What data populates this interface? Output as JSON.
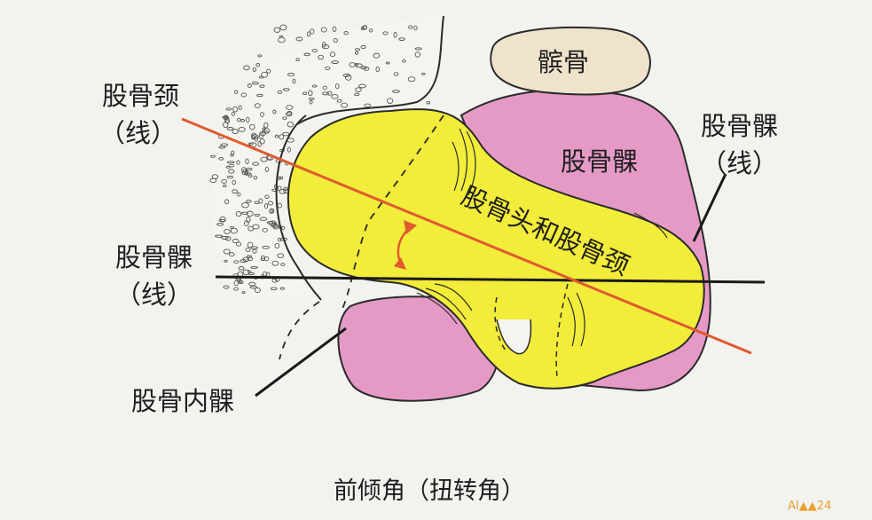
{
  "colors": {
    "background": "#f2f2ef",
    "bone_head_fill": "#f2ec3a",
    "condyle_fill": "#e59ac6",
    "patella_fill": "#efe3cc",
    "outline": "#2a2a2a",
    "neck_axis_line": "#e05a2e",
    "condylar_axis_line": "#1a1a1a",
    "angle_arrow": "#e05a2e"
  },
  "labels": {
    "femoral_neck": "股骨颈",
    "femoral_neck_line": "（线）",
    "patella": "髌骨",
    "femoral_condyle_right": "股骨髁",
    "femoral_condyle_right_line": "（线）",
    "femoral_condyle_inner": "股骨髁",
    "head_and_neck": "股骨头和股骨颈",
    "femoral_condyle_left": "股骨髁",
    "femoral_condyle_left_line": "（线）",
    "medial_condyle": "股骨内髁",
    "caption": "前倾角（扭转角）",
    "watermark": "AI▲▲24"
  },
  "icons": {
    "angle_arrow": "double-headed-curved-arrow-icon"
  }
}
